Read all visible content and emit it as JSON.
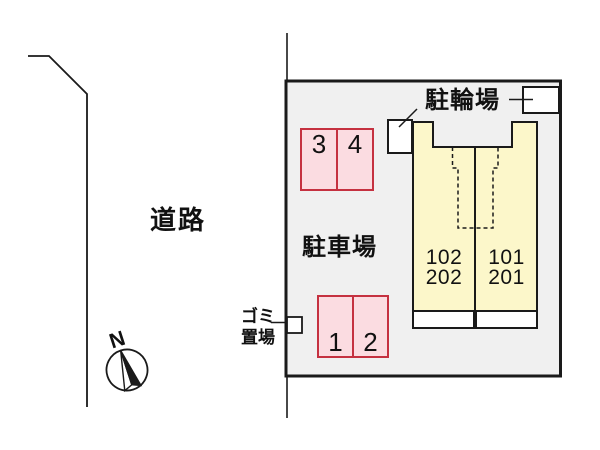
{
  "labels": {
    "road": "道路",
    "parking_lot": "駐車場",
    "bicycle_parking": "駐輪場",
    "garbage_area_line1": "ゴミ",
    "garbage_area_line2": "置場",
    "compass_north": "N"
  },
  "parking": {
    "top_row": [
      "3",
      "4"
    ],
    "bottom_row": [
      "1",
      "2"
    ]
  },
  "building": {
    "left_unit": [
      "102",
      "202"
    ],
    "right_unit": [
      "101",
      "201"
    ]
  },
  "colors": {
    "plot_fill": "#f0f0f0",
    "building_fill": "#fcf7ca",
    "parking_fill": "#fbdce1",
    "parking_border": "#c53140",
    "line": "#1a1a1a"
  }
}
